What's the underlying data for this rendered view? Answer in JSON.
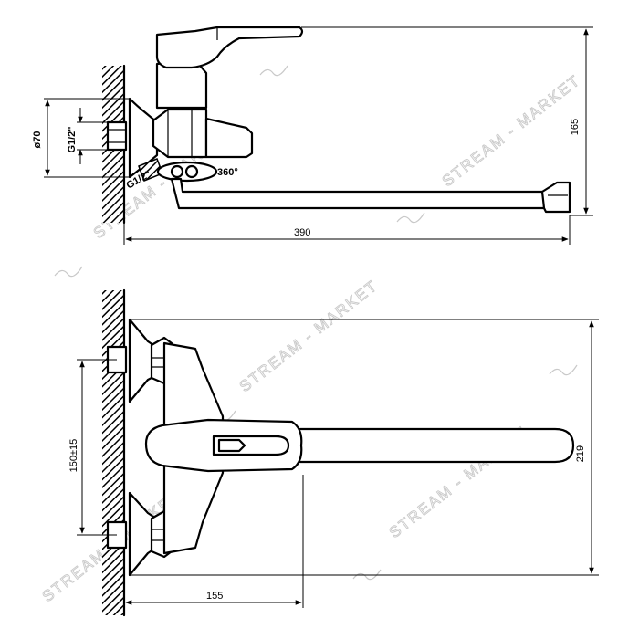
{
  "watermark": {
    "brand": "STREAM - MARKET",
    "logo_icon": "bird-swoosh-icon"
  },
  "side_view": {
    "dim_height": "165",
    "dim_length": "390",
    "dim_diameter": "ø70",
    "thread_top": "G1/2\"",
    "thread_bottom": "G1/2\"",
    "rotation": "360°"
  },
  "top_view": {
    "dim_spacing": "150±15",
    "dim_width": "219",
    "dim_offset": "155"
  }
}
